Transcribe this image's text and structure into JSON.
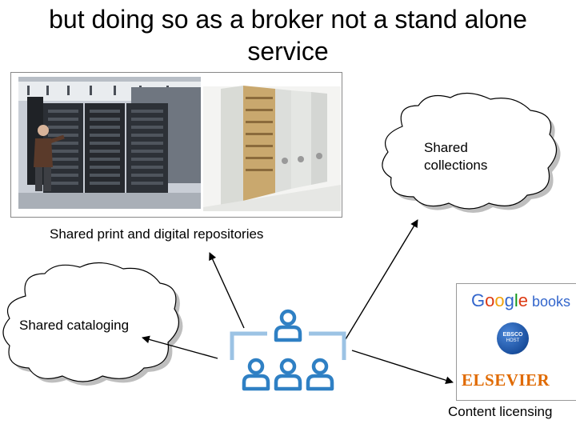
{
  "slide": {
    "title": "but doing so as a broker not a stand alone service",
    "labels": {
      "repositories": "Shared print and digital repositories",
      "collections_line1": "Shared",
      "collections_line2": "collections",
      "cataloging": "Shared cataloging",
      "licensing": "Content licensing"
    },
    "logos": {
      "google_books": [
        "G",
        "o",
        "o",
        "g",
        "l",
        "e",
        " books"
      ],
      "ebsco_line1": "EBSCO",
      "ebsco_line2": "HOST",
      "elsevier": "ELSEVIER"
    }
  },
  "colors": {
    "group_icon_blue": "#2f80c4",
    "frame_blue": "#9cc3e4",
    "cloud_shadow": "#888888",
    "google_letters": [
      "#3366cc",
      "#dc3912",
      "#f1a20c",
      "#3366cc",
      "#109618",
      "#dc3912",
      "#3366cc"
    ],
    "elsevier_orange": "#e06a00",
    "ebsco_blue": "#1a4f9e"
  },
  "icons": [
    "server-rack-icon",
    "storage-shelves-icon",
    "cloud-icon",
    "user-group-icon",
    "arrow-icon"
  ]
}
